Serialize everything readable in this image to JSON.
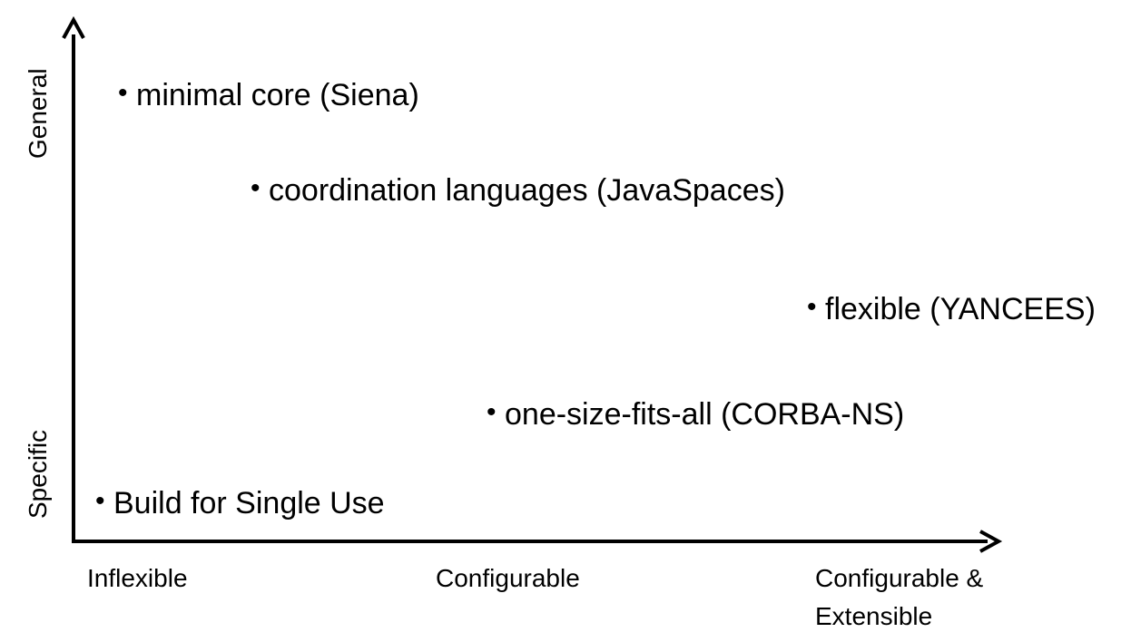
{
  "axes": {
    "y_labels": {
      "top": "General",
      "bottom": "Specific"
    },
    "x_labels": {
      "left": "Inflexible",
      "middle": "Configurable",
      "right_line1": "Configurable &",
      "right_line2": "Extensible"
    },
    "stroke_color": "#000000"
  },
  "items": {
    "minimal_core": "minimal core (Siena)",
    "coordination_languages": "coordination languages (JavaSpaces)",
    "flexible": "flexible (YANCEES)",
    "one_size_fits_all": "one-size-fits-all (CORBA-NS)",
    "single_use": "Build for Single Use"
  },
  "bullet_glyph": "•"
}
